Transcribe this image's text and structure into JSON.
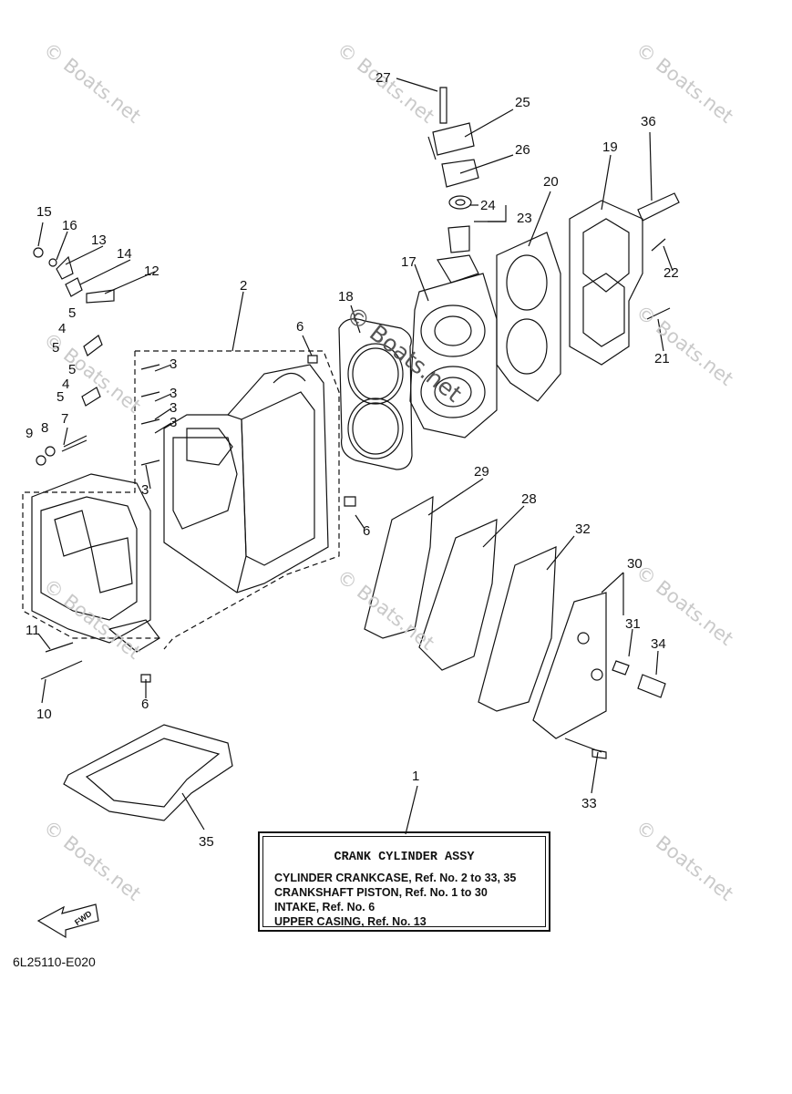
{
  "callouts": [
    {
      "id": "c27",
      "text": "27"
    },
    {
      "id": "c25",
      "text": "25"
    },
    {
      "id": "c26",
      "text": "26"
    },
    {
      "id": "c24",
      "text": "24"
    },
    {
      "id": "c23",
      "text": "23"
    },
    {
      "id": "c20",
      "text": "20"
    },
    {
      "id": "c19",
      "text": "19"
    },
    {
      "id": "c36",
      "text": "36"
    },
    {
      "id": "c22",
      "text": "22"
    },
    {
      "id": "c21",
      "text": "21"
    },
    {
      "id": "c17",
      "text": "17"
    },
    {
      "id": "c18",
      "text": "18"
    },
    {
      "id": "c15",
      "text": "15"
    },
    {
      "id": "c16",
      "text": "16"
    },
    {
      "id": "c13",
      "text": "13"
    },
    {
      "id": "c14",
      "text": "14"
    },
    {
      "id": "c12",
      "text": "12"
    },
    {
      "id": "c2",
      "text": "2"
    },
    {
      "id": "c6a",
      "text": "6"
    },
    {
      "id": "c5a",
      "text": "5"
    },
    {
      "id": "c4a",
      "text": "4"
    },
    {
      "id": "c5b",
      "text": "5"
    },
    {
      "id": "c3a",
      "text": "3"
    },
    {
      "id": "c5c",
      "text": "5"
    },
    {
      "id": "c4b",
      "text": "4"
    },
    {
      "id": "c3b",
      "text": "3"
    },
    {
      "id": "c5d",
      "text": "5"
    },
    {
      "id": "c3c",
      "text": "3"
    },
    {
      "id": "c3d",
      "text": "3"
    },
    {
      "id": "c9",
      "text": "9"
    },
    {
      "id": "c8",
      "text": "8"
    },
    {
      "id": "c7",
      "text": "7"
    },
    {
      "id": "c3e",
      "text": "3"
    },
    {
      "id": "c6b",
      "text": "6"
    },
    {
      "id": "c29",
      "text": "29"
    },
    {
      "id": "c28",
      "text": "28"
    },
    {
      "id": "c32",
      "text": "32"
    },
    {
      "id": "c30",
      "text": "30"
    },
    {
      "id": "c31",
      "text": "31"
    },
    {
      "id": "c34",
      "text": "34"
    },
    {
      "id": "c11",
      "text": "11"
    },
    {
      "id": "c10",
      "text": "10"
    },
    {
      "id": "c6c",
      "text": "6"
    },
    {
      "id": "c33",
      "text": "33"
    },
    {
      "id": "c1",
      "text": "1"
    },
    {
      "id": "c35",
      "text": "35"
    }
  ],
  "note": {
    "title": "CRANK CYLINDER ASSY",
    "lines": [
      "CYLINDER CRANKCASE, Ref. No. 2 to 33, 35",
      "CRANKSHAFT PISTON,    Ref. No. 1 to 30",
      "INTAKE,  Ref. No. 6",
      "UPPER CASING,  Ref. No. 13"
    ]
  },
  "fwd_label": "FWD",
  "diagram_code": "6L25110-E020",
  "watermarks": {
    "small": "© Boats.net",
    "center": "© Boats.net"
  },
  "colors": {
    "ink": "#111111",
    "watermark": "#c9c9c9",
    "background": "#ffffff"
  }
}
